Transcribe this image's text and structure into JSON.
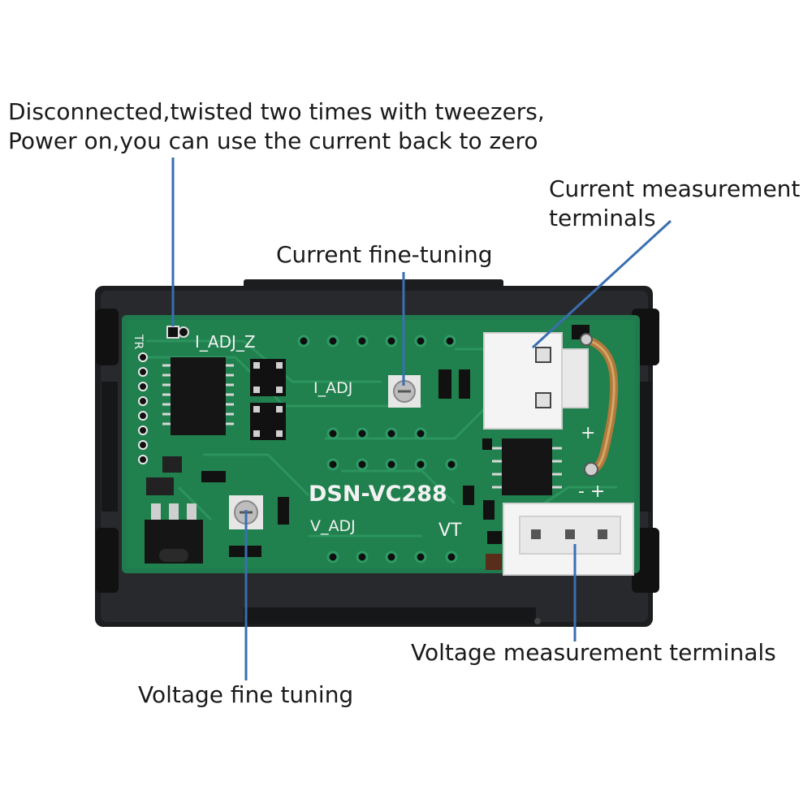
{
  "annotations": {
    "zero_reset": {
      "line1": "Disconnected,twisted two times with tweezers,",
      "line2": "Power on,you can use the current back to zero"
    },
    "current_fine_tuning": "Current fine-tuning",
    "current_terminals": {
      "line1": "Current measurement",
      "line2": "terminals"
    },
    "voltage_terminals": "Voltage measurement terminals",
    "voltage_fine_tuning": "Voltage fine tuning"
  },
  "board": {
    "model": "DSN-VC288",
    "label_i_adj_z": "I_ADJ_Z",
    "label_i_adj": "I_ADJ",
    "label_v_adj": "V_ADJ",
    "label_vt": "VT",
    "label_tr": "TR"
  },
  "colors": {
    "pcb": "#1f7a4e",
    "case": "#1c1d1f",
    "leader_line": "#3a6fb0",
    "connector": "#f2f2f2",
    "shunt": "#b07a3c"
  }
}
